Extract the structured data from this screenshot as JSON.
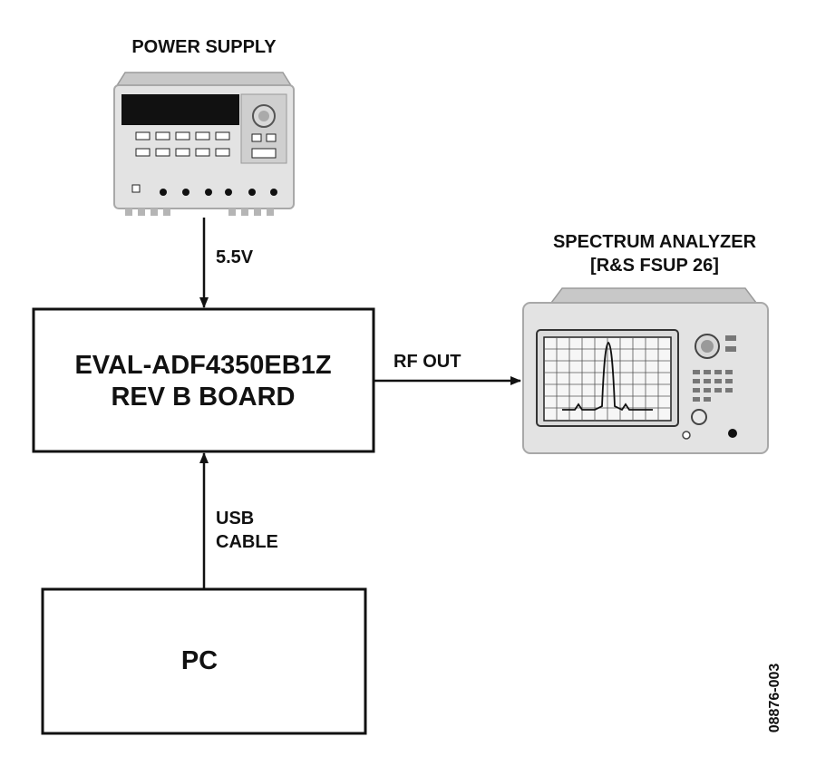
{
  "power_supply": {
    "label": "POWER SUPPLY",
    "icon": "power-supply-icon"
  },
  "spectrum_analyzer": {
    "label_line1": "SPECTRUM ANALYZER",
    "label_line2": "[R&S FSUP 26]",
    "icon": "spectrum-analyzer-icon"
  },
  "eval_board": {
    "line1": "EVAL-ADF4350EB1Z",
    "line2": "REV B BOARD"
  },
  "pc": {
    "label": "PC"
  },
  "connections": {
    "supply_voltage": "5.5V",
    "rf_out": "RF OUT",
    "usb_line1": "USB",
    "usb_line2": "CABLE"
  },
  "figure_id": "08876-003",
  "colors": {
    "line": "#111111",
    "device_body": "#e2e2e2",
    "device_shade": "#b8b8b8",
    "display": "#111111"
  }
}
